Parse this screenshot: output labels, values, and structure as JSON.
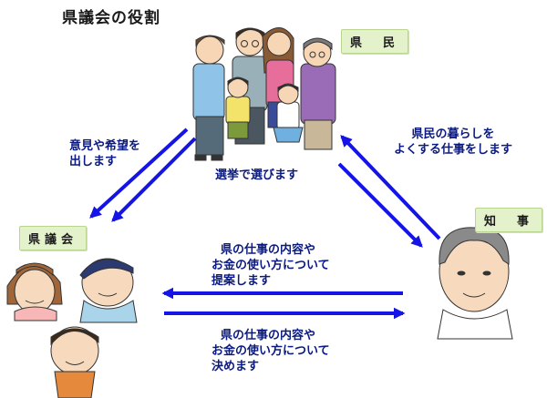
{
  "title": "県議会の役割",
  "labels": {
    "citizens": "県　民",
    "assembly": "県議会",
    "governor": "知　事"
  },
  "texts": {
    "opinions_line1": "意見や希望を",
    "opinions_line2": "出します",
    "elect": "選挙で選びます",
    "better_life_line1": "県民の暮らしを",
    "better_life_line2": "よくする仕事をします",
    "propose_line1": "県の仕事の内容や",
    "propose_line2": "お金の使い方について",
    "propose_line3": "提案します",
    "decide_line1": "県の仕事の内容や",
    "decide_line2": "お金の使い方について",
    "decide_line3": "決めます"
  },
  "colors": {
    "arrow": "#1414e6",
    "text": "#0a1a80",
    "label_bg": "#e4f2cc"
  }
}
